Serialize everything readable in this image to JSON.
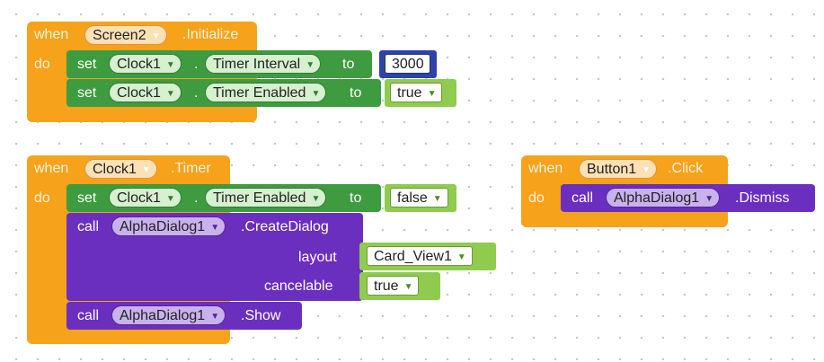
{
  "blocks": {
    "screen_init": {
      "when": "when",
      "component": "Screen2",
      "event": ".Initialize",
      "do": "do",
      "statements": [
        {
          "keyword": "set",
          "component": "Clock1",
          "dot": ".",
          "property": "Timer Interval",
          "to": "to",
          "value": "3000"
        },
        {
          "keyword": "set",
          "component": "Clock1",
          "dot": ".",
          "property": "Timer Enabled",
          "to": "to",
          "value": "true"
        }
      ]
    },
    "clock_timer": {
      "when": "when",
      "component": "Clock1",
      "event": ".Timer",
      "do": "do",
      "set_stmt": {
        "keyword": "set",
        "component": "Clock1",
        "dot": ".",
        "property": "Timer Enabled",
        "to": "to",
        "value": "false"
      },
      "create_dialog": {
        "keyword": "call",
        "component": "AlphaDialog1",
        "method": ".CreateDialog",
        "layout_label": "layout",
        "layout_value": "Card_View1",
        "cancelable_label": "cancelable",
        "cancelable_value": "true"
      },
      "show": {
        "keyword": "call",
        "component": "AlphaDialog1",
        "method": ".Show"
      }
    },
    "button_click": {
      "when": "when",
      "component": "Button1",
      "event": ".Click",
      "do": "do",
      "call": {
        "keyword": "call",
        "component": "AlphaDialog1",
        "method": ".Dismiss"
      }
    }
  },
  "icons": {
    "dropdown": "dropdown-arrow-icon"
  },
  "colors": {
    "event": "#f7a21b",
    "setter": "#3e9b3f",
    "procedure": "#6b2fbf",
    "literal": "#8fcb4f",
    "number": "#2e43a8",
    "workspace": "#ffffff"
  }
}
